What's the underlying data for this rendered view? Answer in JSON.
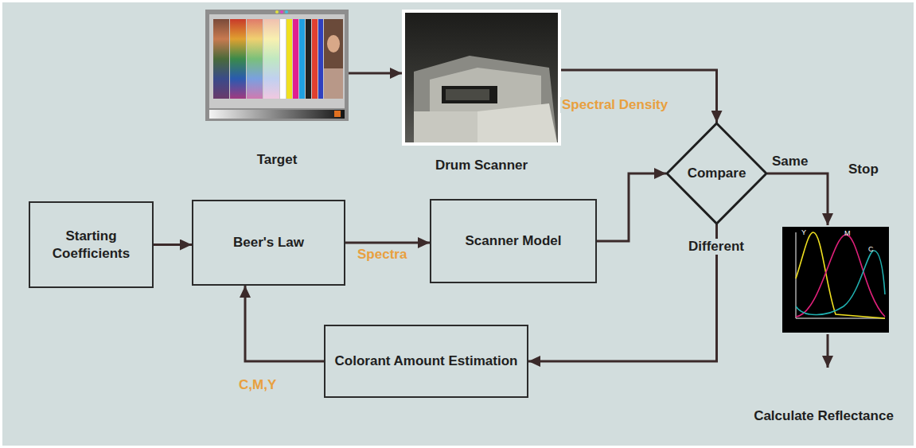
{
  "diagram": {
    "nodes": [
      {
        "text": [
          "Target"
        ]
      },
      {
        "text": [
          "Drum Scanner"
        ]
      },
      {
        "text": [
          "Starting Coefficients"
        ]
      },
      {
        "text": [
          "Beer's Law"
        ]
      },
      {
        "text": [
          "Scanner Model"
        ]
      },
      {
        "text": [
          "Compare"
        ]
      },
      {
        "text": [
          "Colorant Amount Estimation"
        ]
      },
      {
        "text": [
          "Y",
          "M",
          "C"
        ]
      }
    ],
    "edges": [
      {
        "from": 0,
        "to": 1,
        "arrow": "to"
      },
      {
        "from": 1,
        "to": 5,
        "label": "Spectral Density",
        "arrow": "to"
      },
      {
        "from": 2,
        "to": 3,
        "arrow": "to"
      },
      {
        "from": 3,
        "to": 4,
        "label": "Spectra",
        "arrow": "to"
      },
      {
        "from": 4,
        "to": 5,
        "arrow": "to"
      },
      {
        "from": 5,
        "to": 7,
        "label": "Same",
        "arrow": "to"
      },
      {
        "from": 5,
        "to": 6,
        "label": "Different",
        "arrow": "to"
      },
      {
        "from": 6,
        "to": 3,
        "label": "C,M,Y",
        "arrow": "to"
      }
    ],
    "labels": [
      "Stop",
      "Calculate Reflectance"
    ]
  }
}
